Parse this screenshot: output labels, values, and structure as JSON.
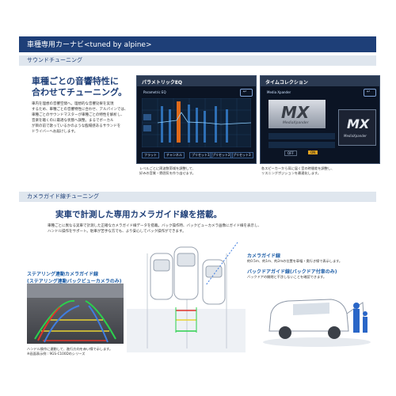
{
  "header": {
    "title": "車種専用カーナビ<tuned by alpine>"
  },
  "sound": {
    "bar_label": "サウンドチューニング",
    "headline": [
      "車種ごとの音響特性に",
      "合わせてチューニング。"
    ],
    "body": [
      "車内を理想の音響空間へ。理想的な音響効果を実現",
      "するため、車種ごとの音響特性に合わせ、アルパインでは、",
      "車種ごとのサウンドマスターが車種ごとの特性を解析し、",
      "音楽を聴くのに最適な状態へ調整。まるでボーカル",
      "が目の前で歌っているかのような臨場感あるサウンドを",
      "ドライバーへお届けします。"
    ],
    "eq": {
      "panel_title": "パラメトリックEQ",
      "screen_title": "Parametric EQ",
      "tabs": [
        "フラット",
        "チャンネル",
        "プリセット1",
        "プリセット2",
        "プリセット3"
      ],
      "caption": [
        "レベルごとに周波数帯域を調整して、",
        "好みの音質・雰囲気を作り出せます。"
      ]
    },
    "tc": {
      "panel_title": "タイムコレクション",
      "screen_title": "Media Xpander",
      "logo": "MX",
      "logo_sub": "MediaXpander",
      "options": [
        "OFF",
        "ON"
      ],
      "caption": [
        "各スピーカーから耳に届く音の時間差を調整し、",
        "リスニングポジションを最適化します。"
      ]
    }
  },
  "camera": {
    "bar_label": "カメラガイド線チューニング",
    "headline": "実車で計測した専用カメラガイド線を搭載。",
    "body": [
      "車種ごとに異なる実車で計測した正確なカメラガイド線データを搭載。バック操作時、バックビューカメラ画像にガイド線を表示し、",
      "ハンドル操作をサポート。駐車が苦手な方でも、より安心してバック操作ができます。"
    ],
    "inset_title": [
      "ステアリング連動カメラガイド線",
      "(ステアリング連動バックビューカメラのみ)"
    ],
    "inset_caption": [
      "ハンドル操作に連動して、進行方向を赤い線で示します。",
      "※画面表示例 : 9GS-C100Dのシリーズ"
    ],
    "guide_label": "カメラガイド線",
    "guide_desc": "約0.5m、約1m、約2mの位置を車幅・奥行き線で表示します。",
    "back_label": "バックドアガイド線(バックドア付車のみ)",
    "back_desc": "バックドアの開閉と干渉しないことを確認できます。"
  }
}
